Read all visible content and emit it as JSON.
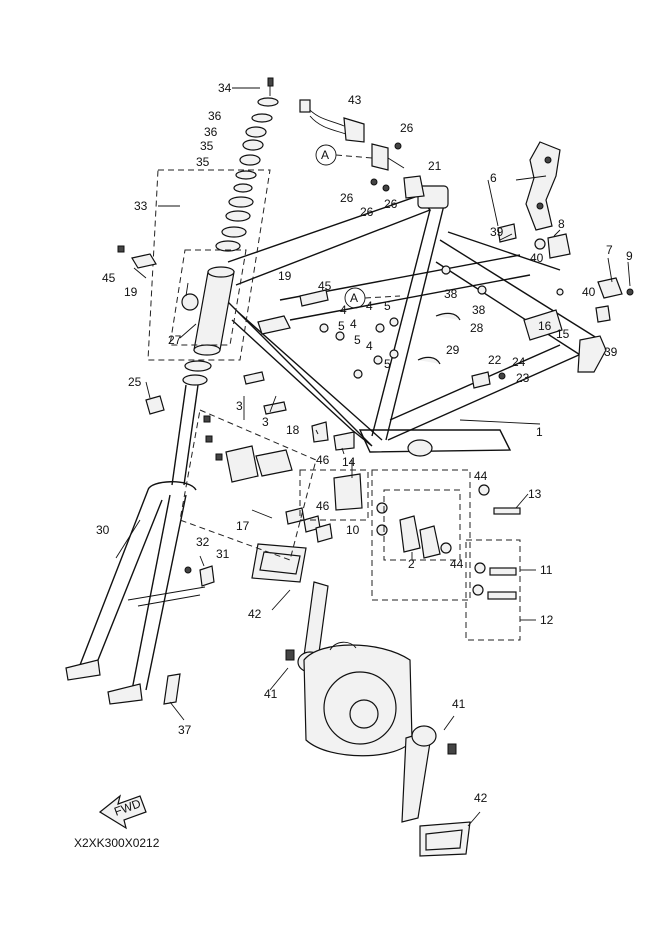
{
  "diagram": {
    "diagram_code": "X2XK300X0212",
    "fwd_arrow_label": "FWD",
    "callouts": [
      "1",
      "2",
      "3",
      "3",
      "4",
      "4",
      "4",
      "4",
      "5",
      "5",
      "5",
      "5",
      "6",
      "7",
      "8",
      "9",
      "10",
      "11",
      "12",
      "13",
      "14",
      "15",
      "16",
      "17",
      "18",
      "19",
      "19",
      "21",
      "22",
      "23",
      "24",
      "25",
      "26",
      "26",
      "26",
      "26",
      "27",
      "28",
      "29",
      "30",
      "31",
      "32",
      "33",
      "34",
      "35",
      "35",
      "36",
      "36",
      "37",
      "38",
      "38",
      "39",
      "39",
      "40",
      "40",
      "41",
      "41",
      "42",
      "42",
      "43",
      "44",
      "44",
      "45",
      "45",
      "46",
      "46",
      "A",
      "A"
    ]
  }
}
